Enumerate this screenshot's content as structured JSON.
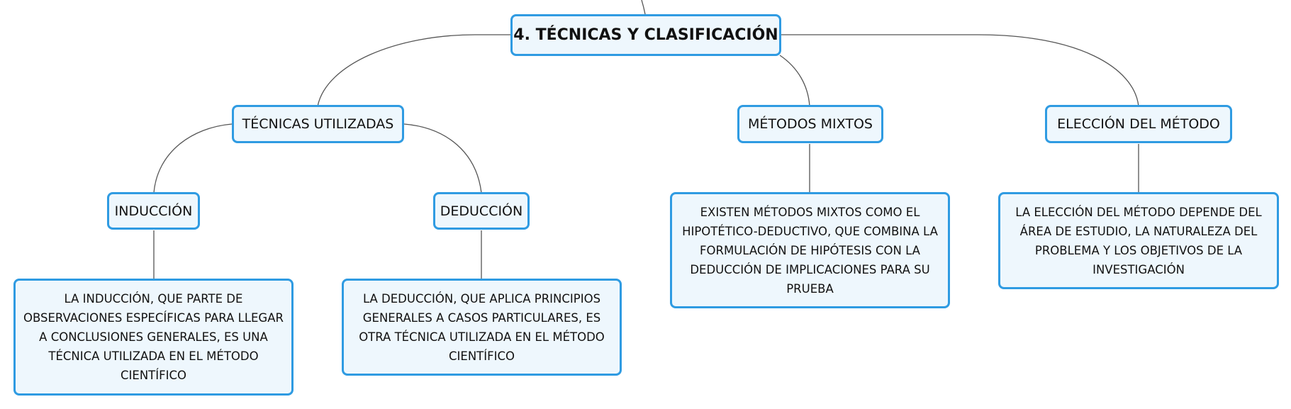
{
  "root": {
    "label": "4. TÉCNICAS Y CLASIFICACIÓN"
  },
  "branches": {
    "tecnicas": {
      "label": "TÉCNICAS UTILIZADAS",
      "induccion": {
        "label": "INDUCCIÓN",
        "detail": "LA INDUCCIÓN, QUE PARTE DE OBSERVACIONES ESPECÍFICAS PARA LLEGAR A CONCLUSIONES GENERALES, ES UNA TÉCNICA UTILIZADA EN EL MÉTODO CIENTÍFICO"
      },
      "deduccion": {
        "label": "DEDUCCIÓN",
        "detail": "LA DEDUCCIÓN, QUE APLICA PRINCIPIOS GENERALES A CASOS PARTICULARES, ES OTRA TÉCNICA UTILIZADA EN EL MÉTODO CIENTÍFICO"
      }
    },
    "mixtos": {
      "label": "MÉTODOS MIXTOS",
      "detail": "EXISTEN MÉTODOS MIXTOS COMO EL HIPOTÉTICO-DEDUCTIVO, QUE COMBINA LA FORMULACIÓN DE HIPÓTESIS CON LA DEDUCCIÓN DE IMPLICACIONES PARA SU PRUEBA"
    },
    "eleccion": {
      "label": "ELECCIÓN DEL MÉTODO",
      "detail": "LA ELECCIÓN DEL MÉTODO DEPENDE DEL ÁREA DE ESTUDIO, LA NATURALEZA DEL PROBLEMA Y LOS OBJETIVOS DE LA INVESTIGACIÓN"
    }
  },
  "colors": {
    "border": "#2f9be2",
    "fill": "#eef7fd",
    "connector": "#555555"
  }
}
